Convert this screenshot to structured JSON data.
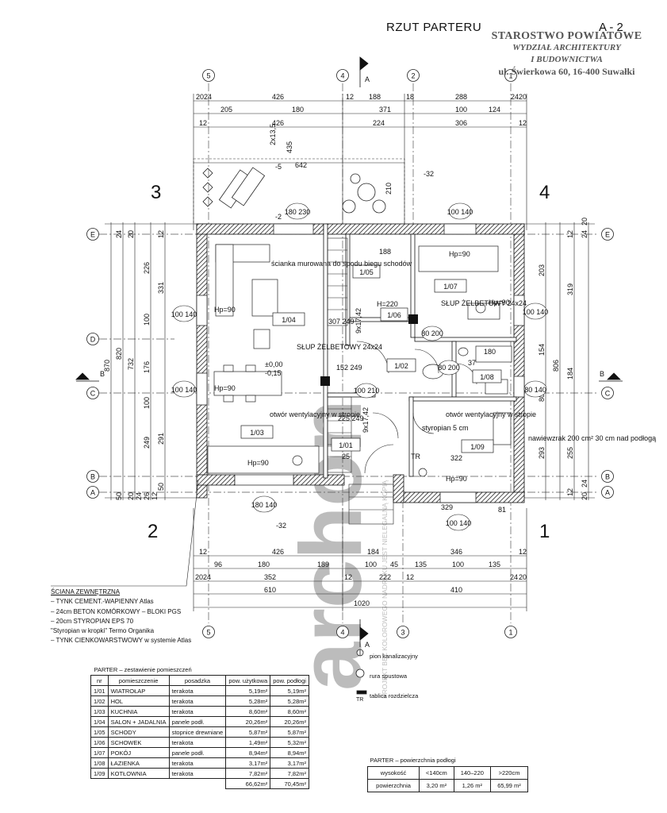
{
  "header": {
    "title": "RZUT PARTERU",
    "sheet": "A - 2",
    "stamp_line1": "STAROSTWO POWIATOWE",
    "stamp_line2": "WYDZIAŁ ARCHITEKTURY",
    "stamp_line3": "I BUDOWNICTWA",
    "stamp_line4": "ul. Świerkowa 60, 16-400 Suwałki"
  },
  "axes": {
    "top": [
      "5",
      "4",
      "2",
      "1"
    ],
    "bottom": [
      "5",
      "4",
      "3",
      "1"
    ],
    "left": [
      "E",
      "D",
      "C",
      "B",
      "A"
    ],
    "right": [
      "E",
      "C",
      "B",
      "A"
    ]
  },
  "quadrants": [
    "3",
    "4",
    "2",
    "1"
  ],
  "sections": {
    "a_top": "A",
    "a_bottom": "A",
    "b_left": "B",
    "b_right": "B"
  },
  "dims_top": {
    "row1": [
      "20",
      "24",
      "426",
      "12",
      "188",
      "18",
      "288",
      "24",
      "20"
    ],
    "row2": [
      "205",
      "180",
      "371",
      "100",
      "124"
    ],
    "row3": [
      "12",
      "426",
      "224",
      "306",
      "12"
    ],
    "row4": [
      "642"
    ],
    "terrace_v": [
      "2x13,5",
      "435",
      "210",
      "-5",
      "-2"
    ]
  },
  "dims_bottom": {
    "row1": [
      "12",
      "426",
      "184",
      "346",
      "12"
    ],
    "row2": [
      "96",
      "180",
      "189",
      "100",
      "45",
      "135",
      "100",
      "135"
    ],
    "row3": [
      "20",
      "24",
      "352",
      "12",
      "222",
      "12",
      "24",
      "20"
    ],
    "row4": [
      "610",
      "410"
    ],
    "row5": [
      "1020"
    ]
  },
  "dims_left": {
    "c1": [
      "870"
    ],
    "c2": [
      "820"
    ],
    "c3": [
      "732"
    ],
    "c4": [
      "226",
      "100",
      "176",
      "100",
      "249"
    ],
    "c5": [
      "331",
      "291"
    ],
    "small": [
      "24",
      "20",
      "12",
      "50",
      "20",
      "24",
      "26",
      "12",
      "50"
    ]
  },
  "dims_right": {
    "c1": [
      "806"
    ],
    "c2": [
      "319",
      "184",
      "255"
    ],
    "c3": [
      "203",
      "154",
      "80",
      "293"
    ],
    "small": [
      "24",
      "20",
      "12",
      "12",
      "20",
      "24"
    ]
  },
  "windows": [
    "180 230",
    "100 140",
    "100 140",
    "100 140",
    "100 140",
    "180 140",
    "100 140",
    "80 140",
    "80 200",
    "80 200",
    "100 210"
  ],
  "rooms": {
    "r104": "1/04",
    "r103": "1/03",
    "r105": "1/05",
    "r106": "1/06",
    "r102": "1/02",
    "r101": "1/01",
    "r107": "1/07",
    "r108": "1/08",
    "r109": "1/09"
  },
  "notes": {
    "stairs_wall": "ścianka murowana do spodu biegu schodów",
    "column1": "SŁUP ŻELBETOWY 24x24",
    "column2": "SŁUP ŻELBETOWY 24x24",
    "level": "±0,00",
    "level2": "-0,15",
    "vent1": "otwór wentylacyjny w stropie",
    "vent2": "otwór wentylacyjny w stropie",
    "styro": "styropian 5 cm",
    "intake": "nawiewzrak 200 cm² 30 cm nad podłogą",
    "hp": "Hp=90",
    "h220": "H=220",
    "stair_spec": "9x17,42",
    "stair_spec2": "9x17,42",
    "slope1": "-32",
    "slope2": "-32",
    "door_tr": "TR",
    "tx1": "307 249",
    "tx2": "152 249",
    "tx3": "225 249",
    "tx4": "188",
    "tx5": "322",
    "tx6": "329",
    "tx7": "81",
    "tx8": "180",
    "tx9": "37",
    "tx10": "25"
  },
  "watermark": {
    "logo": "archon",
    "line1": "PROJEKT BEZ KOLOROWEGO NADRUKU JEST NIELEGALNĄ KOPIĄ"
  },
  "wall_spec": {
    "title": "ŚCIANA ZEWNĘTRZNA",
    "items": [
      "– TYNK CEMENT.-WAPIENNY Atlas",
      "– 24cm BETON KOMÓRKOWY – BLOKI PGS",
      "– 20cm STYROPIAN EPS 70",
      "  \"Styropian w kropki\" Termo Organika",
      "– TYNK CIENKOWARSTWOWY w systemie Atlas"
    ]
  },
  "legend": {
    "pion": "pion kanalizacyjny",
    "rura": "rura spustowa",
    "tablica": "tablica rozdzielcza",
    "tr": "TR"
  },
  "rooms_table": {
    "caption": "PARTER – zestawienie pomieszczeń",
    "headers": [
      "nr",
      "pomieszczenie",
      "posadzka",
      "pow. użytkowa",
      "pow. podłogi"
    ],
    "rows": [
      [
        "1/01",
        "WIATROŁAP",
        "terakota",
        "5,19m²",
        "5,19m²"
      ],
      [
        "1/02",
        "HOL",
        "terakota",
        "5,28m²",
        "5,28m²"
      ],
      [
        "1/03",
        "KUCHNIA",
        "terakota",
        "8,60m²",
        "8,60m²"
      ],
      [
        "1/04",
        "SALON + JADALNIA",
        "panele podł.",
        "20,26m²",
        "20,26m²"
      ],
      [
        "1/05",
        "SCHODY",
        "stopnice drewniane",
        "5,87m²",
        "5,87m²"
      ],
      [
        "1/06",
        "SCHOWEK",
        "terakota",
        "1,49m²",
        "5,32m²"
      ],
      [
        "1/07",
        "POKÓJ",
        "panele podł.",
        "8,94m²",
        "8,94m²"
      ],
      [
        "1/08",
        "ŁAZIENKA",
        "terakota",
        "3,17m²",
        "3,17m²"
      ],
      [
        "1/09",
        "KOTŁOWNIA",
        "terakota",
        "7,82m²",
        "7,82m²"
      ]
    ],
    "totals": [
      "66,62m²",
      "70,45m²"
    ]
  },
  "area_table": {
    "caption": "PARTER – powierzchnia podłogi",
    "row1": [
      "wysokość",
      "<140cm",
      "140–220",
      ">220cm"
    ],
    "row2": [
      "powierzchnia",
      "3,20 m²",
      "1,26 m²",
      "65,99 m²"
    ]
  }
}
